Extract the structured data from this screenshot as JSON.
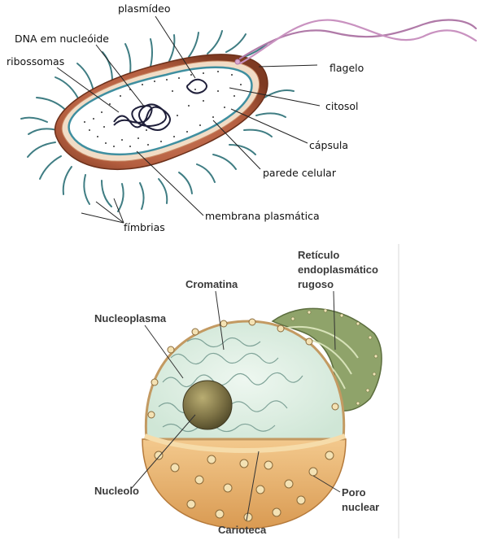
{
  "bacterium": {
    "labels": {
      "plasmid": "plasmídeo",
      "nucleoid_dna": "DNA em nucleóide",
      "ribosomes": "ribossomas",
      "flagellum": "flagelo",
      "cytosol": "citosol",
      "capsule": "cápsula",
      "cell_wall": "parede celular",
      "plasma_membrane": "membrana plasmática",
      "fimbriae": "fímbrias"
    }
  },
  "nucleus": {
    "labels": {
      "chromatin": "Cromatina",
      "rough_er_line1": "Retículo",
      "rough_er_line2": "endoplasmático",
      "rough_er_line3": "rugoso",
      "nucleoplasm": "Nucleoplasma",
      "nucleolus": "Nucleolo",
      "pore_line1": "Poro",
      "pore_line2": "nuclear",
      "karyotheca": "Carioteca"
    }
  }
}
